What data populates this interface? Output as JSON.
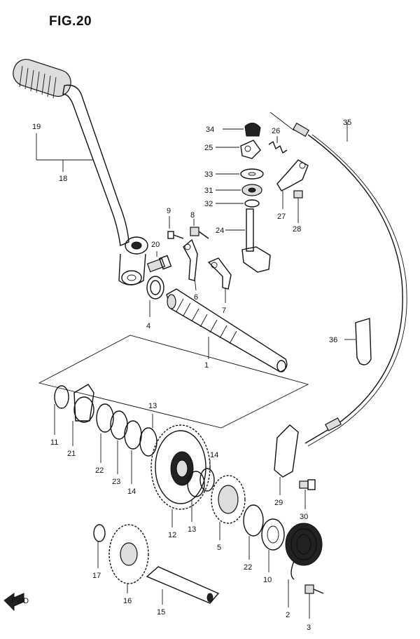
{
  "figure": {
    "title": "FIG.20",
    "fwd_label": "FWD"
  },
  "parts": [
    {
      "no": "1"
    },
    {
      "no": "2"
    },
    {
      "no": "3"
    },
    {
      "no": "4"
    },
    {
      "no": "5"
    },
    {
      "no": "6"
    },
    {
      "no": "7"
    },
    {
      "no": "8"
    },
    {
      "no": "9"
    },
    {
      "no": "10"
    },
    {
      "no": "11"
    },
    {
      "no": "12"
    },
    {
      "no": "13"
    },
    {
      "no": "13"
    },
    {
      "no": "14"
    },
    {
      "no": "14"
    },
    {
      "no": "15"
    },
    {
      "no": "16"
    },
    {
      "no": "17"
    },
    {
      "no": "18"
    },
    {
      "no": "19"
    },
    {
      "no": "20"
    },
    {
      "no": "21"
    },
    {
      "no": "22"
    },
    {
      "no": "22"
    },
    {
      "no": "23"
    },
    {
      "no": "24"
    },
    {
      "no": "25"
    },
    {
      "no": "26"
    },
    {
      "no": "27"
    },
    {
      "no": "28"
    },
    {
      "no": "29"
    },
    {
      "no": "30"
    },
    {
      "no": "31"
    },
    {
      "no": "32"
    },
    {
      "no": "33"
    },
    {
      "no": "34"
    },
    {
      "no": "35"
    },
    {
      "no": "36"
    }
  ]
}
